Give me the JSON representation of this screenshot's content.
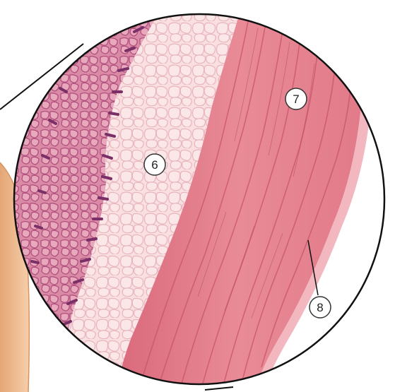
{
  "callouts": [
    {
      "id": "6",
      "label": "6"
    },
    {
      "id": "7",
      "label": "7"
    },
    {
      "id": "8",
      "label": "8"
    }
  ],
  "colors": {
    "background": "#ffffff",
    "skin": "#f2c29a",
    "skin_shadow": "#e4a676",
    "epidermis": "#d98ba6",
    "epidermis_dark": "#b24f7e",
    "nuclei": "#7a2f67",
    "fat_cells": "#f9dfe0",
    "fat_cell_border": "#e7b4bd",
    "muscle": "#e6808d",
    "muscle_fiber": "#c75468",
    "fascia": "#f3b7c0",
    "outline": "#111111"
  }
}
